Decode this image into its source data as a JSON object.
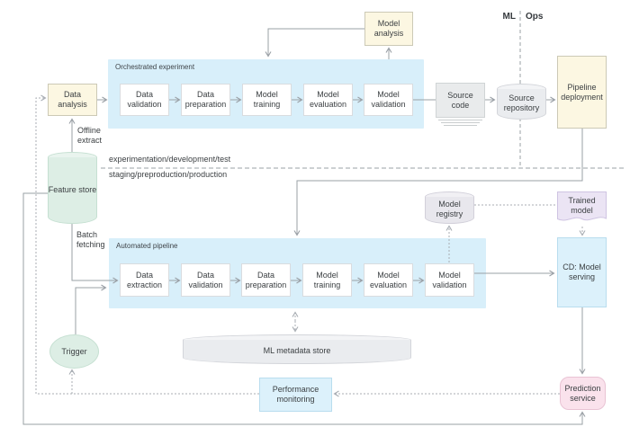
{
  "title_labels": {
    "ml": "ML",
    "ops": "Ops"
  },
  "separator": {
    "above": "experimentation/development/test",
    "below": "staging/preproduction/production"
  },
  "containers": {
    "orchestrated": {
      "label": "Orchestrated experiment",
      "steps": [
        "Data validation",
        "Data preparation",
        "Model training",
        "Model evaluation",
        "Model validation"
      ]
    },
    "automated": {
      "label": "Automated pipeline",
      "steps": [
        "Data extraction",
        "Data validation",
        "Data preparation",
        "Model training",
        "Model evaluation",
        "Model validation"
      ]
    }
  },
  "nodes": {
    "data_analysis": {
      "label": "Data analysis"
    },
    "model_analysis": {
      "label": "Model analysis"
    },
    "source_code": {
      "label": "Source code"
    },
    "source_repository": {
      "label": "Source repository"
    },
    "pipeline_deployment": {
      "label": "Pipeline deployment"
    },
    "feature_store": {
      "label": "Feature store"
    },
    "model_registry": {
      "label": "Model registry"
    },
    "trained_model": {
      "label": "Trained model"
    },
    "cd_model_serving": {
      "label": "CD: Model serving"
    },
    "trigger": {
      "label": "Trigger"
    },
    "ml_metadata_store": {
      "label": "ML metadata store"
    },
    "performance_monitoring": {
      "label": "Performance monitoring"
    },
    "prediction_service": {
      "label": "Prediction service"
    }
  },
  "edge_labels": {
    "offline_extract": "Offline extract",
    "batch_fetching": "Batch fetching"
  },
  "colors": {
    "manual_node": "#fcf7e2",
    "pipeline_container": "#d8effa",
    "automated_node": "#dcf1fb",
    "datastore_green": "#ddeee5",
    "datastore_gray": "#eaecef",
    "artifact_purple": "#ebe4f4",
    "service_pink": "#fae2ec",
    "connector": "#9aa0a6"
  }
}
